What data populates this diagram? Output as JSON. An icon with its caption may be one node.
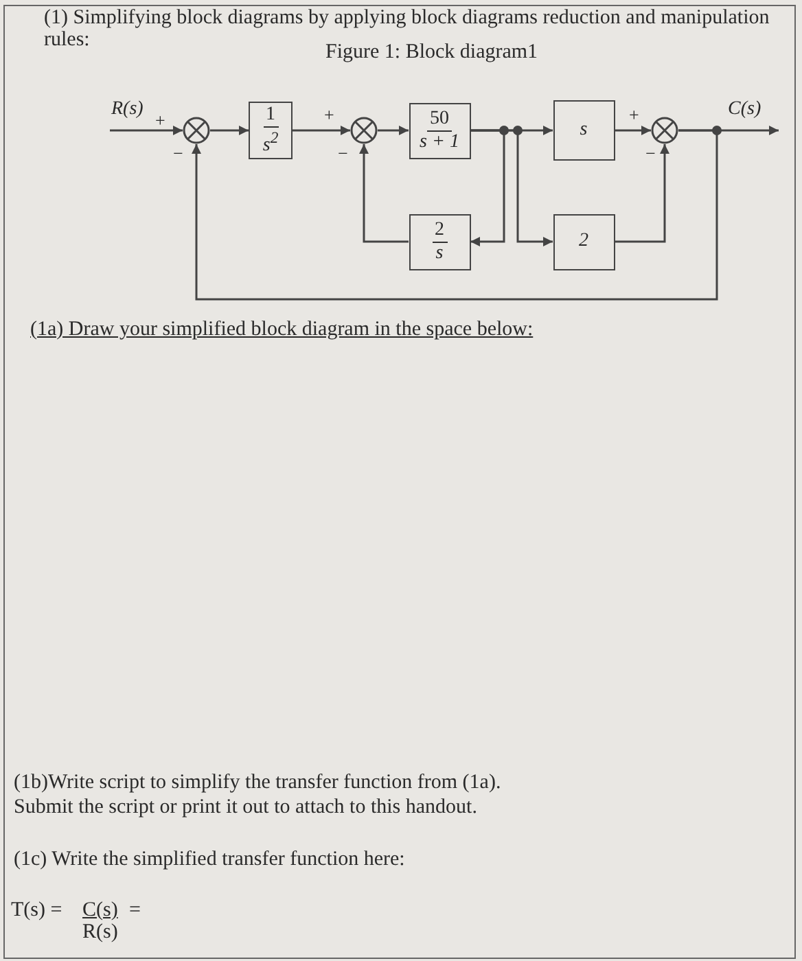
{
  "diagram": {
    "title": "(1) Simplifying block diagrams by applying block diagrams reduction and manipulation rules:",
    "nodes": [
      {
        "text": [],
        "shape": "circle"
      },
      {
        "text": [
          "1",
          "s$^{2}$"
        ]
      },
      {
        "text": [],
        "shape": "circle"
      },
      {
        "text": [
          "50",
          "s + 1"
        ]
      },
      {
        "text": [
          "s"
        ]
      },
      {
        "text": [],
        "shape": "circle"
      },
      {
        "text": [
          "2",
          "s"
        ]
      },
      {
        "text": [
          "2"
        ]
      }
    ],
    "edges": [
      {
        "from": null,
        "to": 0,
        "arrow": "to",
        "label": "R(s)"
      },
      {
        "from": 0,
        "to": 1,
        "arrow": "to"
      },
      {
        "from": 1,
        "to": 2,
        "arrow": "to"
      },
      {
        "from": 2,
        "to": 3,
        "arrow": "to"
      },
      {
        "from": 3,
        "to": 4,
        "arrow": "to"
      },
      {
        "from": 4,
        "to": 5,
        "arrow": "to"
      },
      {
        "from": 5,
        "to": null,
        "arrow": "to",
        "label": "C(s)"
      },
      {
        "from": 3,
        "to": 6,
        "arrow": "to"
      },
      {
        "from": 3,
        "to": 7,
        "arrow": "to"
      },
      {
        "from": 6,
        "to": 2,
        "arrow": "to"
      },
      {
        "from": 7,
        "to": 5,
        "arrow": "to"
      },
      {
        "from": 5,
        "to": 0,
        "arrow": "to"
      }
    ],
    "labels": [
      "Figure 1: Block diagram1",
      "+",
      "−",
      "+",
      "−",
      "+",
      "−",
      "(1a) Draw your simplified block diagram in the space below:",
      "(1b)Write script to simplify the transfer function from (1a).",
      "Submit the script or print it out to attach to this handout.",
      "(1c) Write the simplified transfer function here:",
      "T(s) =",
      "C(s)",
      "=",
      "R(s)"
    ]
  }
}
